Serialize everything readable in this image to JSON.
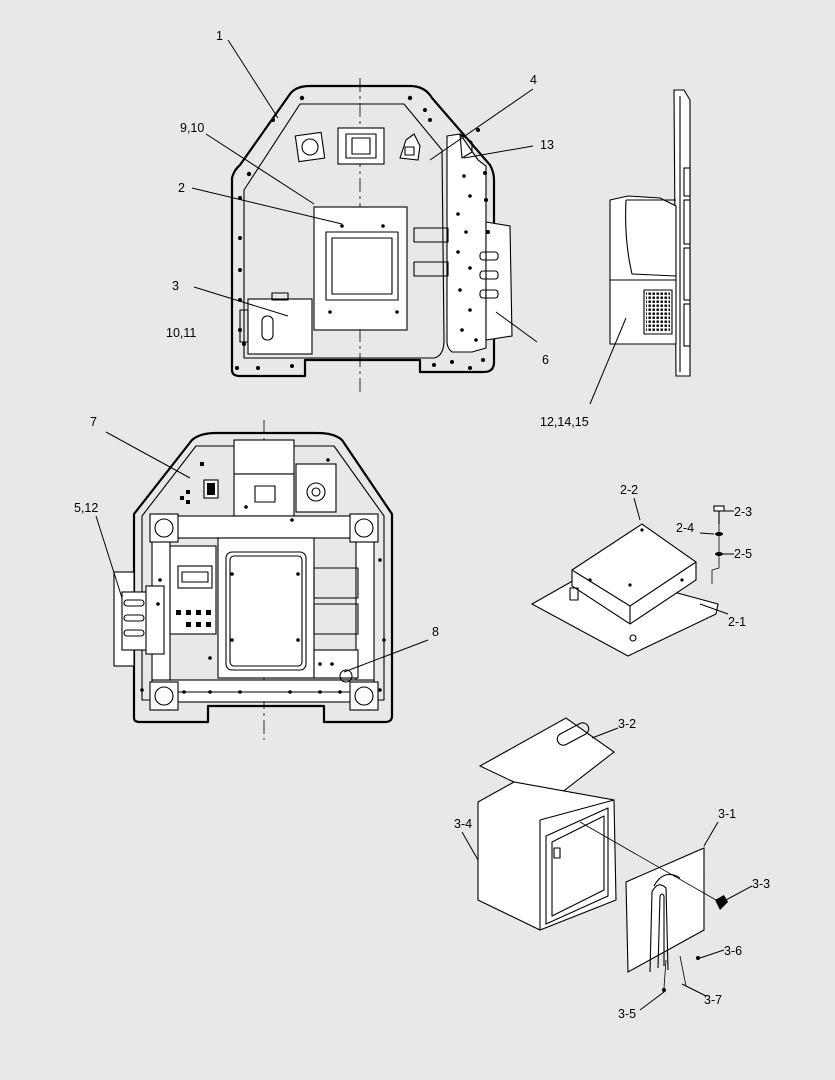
{
  "callouts": {
    "c1": "1",
    "c9_10": "9,10",
    "c2": "2",
    "c3": "3",
    "c10_11": "10,11",
    "c4": "4",
    "c13": "13",
    "c6": "6",
    "c12_14_15": "12,14,15",
    "c7": "7",
    "c5_12": "5,12",
    "c8": "8",
    "c2_2": "2-2",
    "c2_3": "2-3",
    "c2_4": "2-4",
    "c2_5": "2-5",
    "c2_1": "2-1",
    "c3_2": "3-2",
    "c3_4": "3-4",
    "c3_1": "3-1",
    "c3_3": "3-3",
    "c3_6": "3-6",
    "c3_7": "3-7",
    "c3_5": "3-5"
  }
}
